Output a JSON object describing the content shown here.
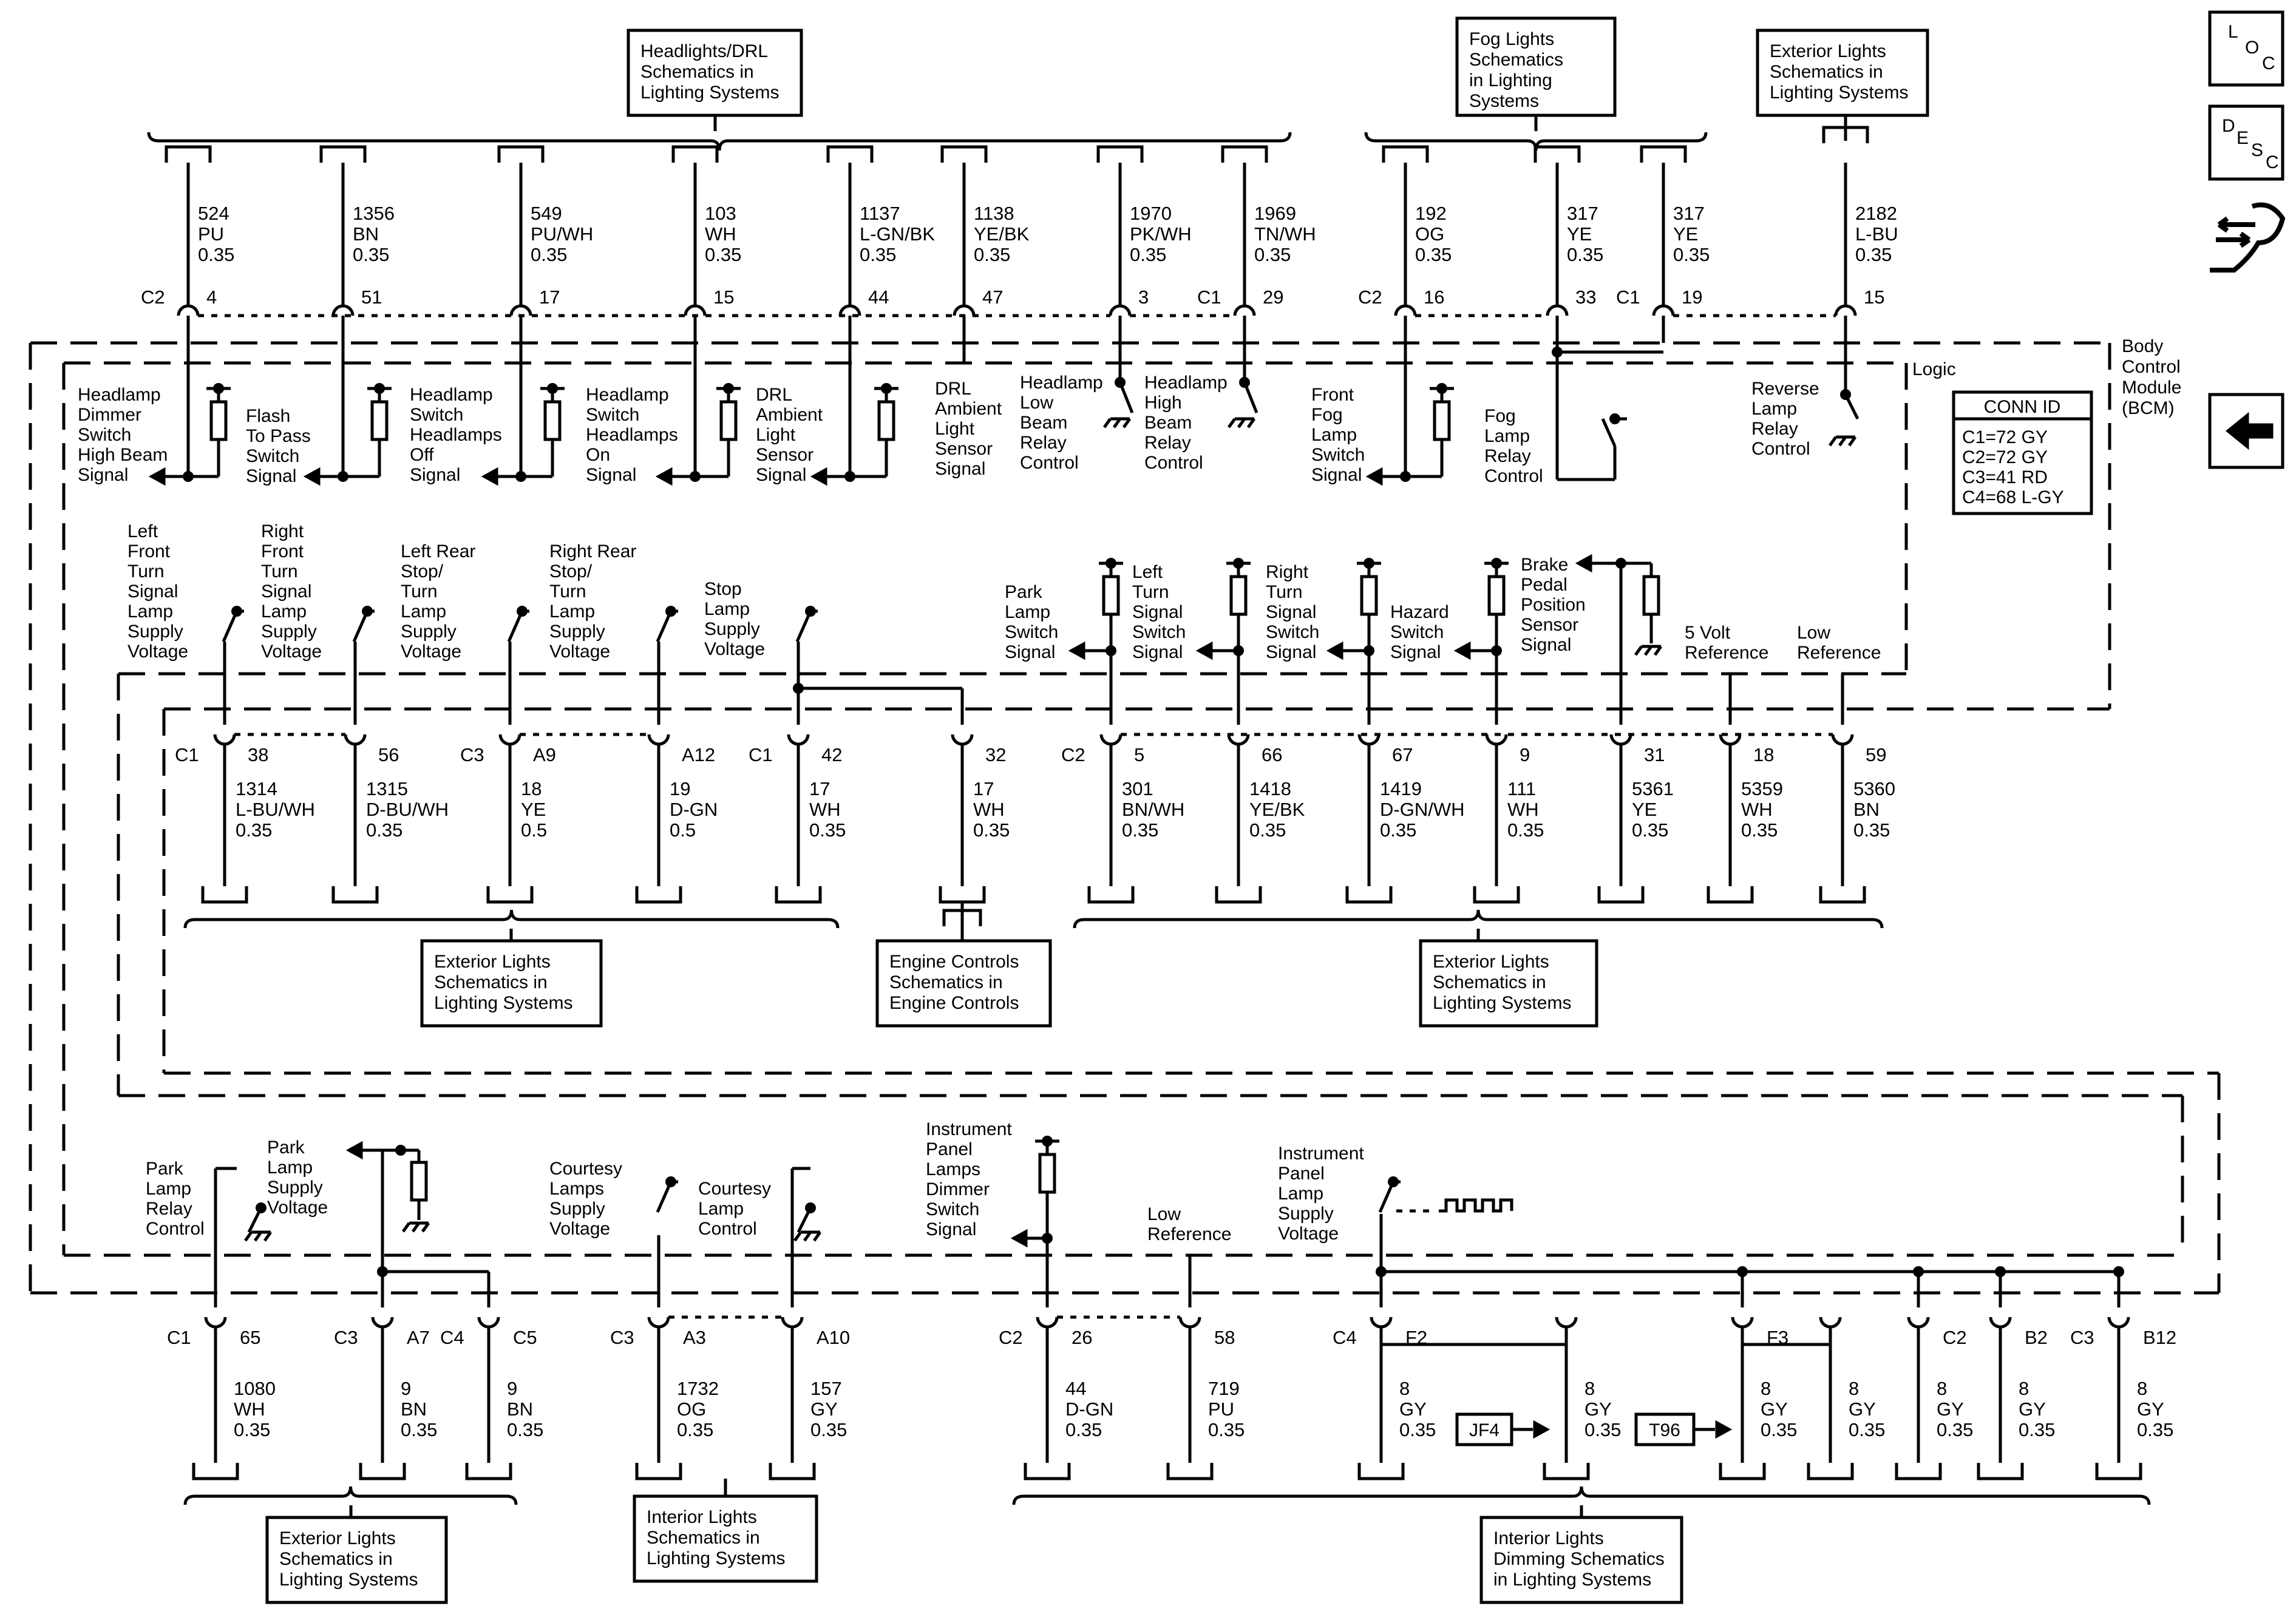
{
  "module": {
    "name": [
      "Body",
      "Control",
      "Module",
      "(BCM)"
    ],
    "logic": "Logic"
  },
  "conn_id": {
    "title": "CONN ID",
    "rows": [
      "C1=72 GY",
      "C2=72 GY",
      "C3=41 RD",
      "C4=68 L-GY"
    ]
  },
  "side_icons": {
    "loc": [
      "L",
      "O",
      "C"
    ],
    "desc": [
      "D",
      "E",
      "S",
      "C"
    ],
    "icons": [
      "connector-icon",
      "back-arrow-icon"
    ]
  },
  "ref_boxes": {
    "headlights_drl": [
      "Headlights/DRL",
      "Schematics in",
      "Lighting Systems"
    ],
    "fog_lights": [
      "Fog Lights",
      "Schematics",
      "in Lighting",
      "Systems"
    ],
    "exterior_top": [
      "Exterior Lights",
      "Schematics in",
      "Lighting Systems"
    ],
    "exterior_mid_left": [
      "Exterior Lights",
      "Schematics in",
      "Lighting Systems"
    ],
    "engine_controls": [
      "Engine Controls",
      "Schematics in",
      "Engine Controls"
    ],
    "exterior_mid_right": [
      "Exterior Lights",
      "Schematics in",
      "Lighting Systems"
    ],
    "exterior_bottom": [
      "Exterior Lights",
      "Schematics in",
      "Lighting Systems"
    ],
    "interior_bottom": [
      "Interior Lights",
      "Schematics in",
      "Lighting Systems"
    ],
    "dimming_bottom": [
      "Interior Lights",
      "Dimming Schematics",
      "in Lighting Systems"
    ]
  },
  "splice_tags": {
    "jf4": "JF4",
    "t96": "T96"
  },
  "top_circuits": [
    {
      "conn": "C2",
      "pin": "4",
      "circuit": "524",
      "color": "PU",
      "gauge": "0.35"
    },
    {
      "conn": "",
      "pin": "51",
      "circuit": "1356",
      "color": "BN",
      "gauge": "0.35"
    },
    {
      "conn": "",
      "pin": "17",
      "circuit": "549",
      "color": "PU/WH",
      "gauge": "0.35"
    },
    {
      "conn": "",
      "pin": "15",
      "circuit": "103",
      "color": "WH",
      "gauge": "0.35"
    },
    {
      "conn": "",
      "pin": "44",
      "circuit": "1137",
      "color": "L-GN/BK",
      "gauge": "0.35"
    },
    {
      "conn": "",
      "pin": "47",
      "circuit": "1138",
      "color": "YE/BK",
      "gauge": "0.35"
    },
    {
      "conn": "",
      "pin": "3",
      "circuit": "1970",
      "color": "PK/WH",
      "gauge": "0.35"
    },
    {
      "conn": "C1",
      "pin": "29",
      "circuit": "1969",
      "color": "TN/WH",
      "gauge": "0.35"
    },
    {
      "conn": "C2",
      "pin": "16",
      "circuit": "192",
      "color": "OG",
      "gauge": "0.35"
    },
    {
      "conn": "",
      "pin": "33",
      "circuit": "317",
      "color": "YE",
      "gauge": "0.35"
    },
    {
      "conn": "C1",
      "pin": "19",
      "circuit": "317",
      "color": "YE",
      "gauge": "0.35"
    },
    {
      "conn": "",
      "pin": "15",
      "circuit": "2182",
      "color": "L-BU",
      "gauge": "0.35"
    }
  ],
  "top_signals": [
    [
      "Headlamp",
      "Dimmer",
      "Switch",
      "High Beam",
      "Signal"
    ],
    [
      "Flash",
      "To Pass",
      "Switch",
      "Signal"
    ],
    [
      "Headlamp",
      "Switch",
      "Headlamps",
      "Off",
      "Signal"
    ],
    [
      "Headlamp",
      "Switch",
      "Headlamps",
      "On",
      "Signal"
    ],
    [
      "DRL",
      "Ambient",
      "Light",
      "Sensor",
      "Signal"
    ],
    [
      "DRL",
      "Ambient",
      "Light",
      "Sensor",
      "Signal"
    ],
    [
      "Headlamp",
      "Low",
      "Beam",
      "Relay",
      "Control"
    ],
    [
      "Headlamp",
      "High",
      "Beam",
      "Relay",
      "Control"
    ],
    [
      "Front",
      "Fog",
      "Lamp",
      "Switch",
      "Signal"
    ],
    [
      "Fog",
      "Lamp",
      "Relay",
      "Control"
    ],
    [
      "Reverse",
      "Lamp",
      "Relay",
      "Control"
    ]
  ],
  "mid_signals": [
    [
      "Left",
      "Front",
      "Turn",
      "Signal",
      "Lamp",
      "Supply",
      "Voltage"
    ],
    [
      "Right",
      "Front",
      "Turn",
      "Signal",
      "Lamp",
      "Supply",
      "Voltage"
    ],
    [
      "Left Rear",
      "Stop/",
      "Turn",
      "Lamp",
      "Supply",
      "Voltage"
    ],
    [
      "Right Rear",
      "Stop/",
      "Turn",
      "Lamp",
      "Supply",
      "Voltage"
    ],
    [
      "Stop",
      "Lamp",
      "Supply",
      "Voltage"
    ],
    [
      "Park",
      "Lamp",
      "Switch",
      "Signal"
    ],
    [
      "Left",
      "Turn",
      "Signal",
      "Switch",
      "Signal"
    ],
    [
      "Right",
      "Turn",
      "Signal",
      "Switch",
      "Signal"
    ],
    [
      "Hazard",
      "Switch",
      "Signal"
    ],
    [
      "Brake",
      "Pedal",
      "Position",
      "Sensor",
      "Signal"
    ],
    [
      "5 Volt",
      "Reference"
    ],
    [
      "Low",
      "Reference"
    ]
  ],
  "mid_circuits": [
    {
      "conn": "C1",
      "pin": "38",
      "circuit": "1314",
      "color": "L-BU/WH",
      "gauge": "0.35"
    },
    {
      "conn": "",
      "pin": "56",
      "circuit": "1315",
      "color": "D-BU/WH",
      "gauge": "0.35"
    },
    {
      "conn": "C3",
      "pin": "A9",
      "circuit": "18",
      "color": "YE",
      "gauge": "0.5"
    },
    {
      "conn": "",
      "pin": "A12",
      "circuit": "19",
      "color": "D-GN",
      "gauge": "0.5"
    },
    {
      "conn": "C1",
      "pin": "42",
      "circuit": "17",
      "color": "WH",
      "gauge": "0.35"
    },
    {
      "conn": "",
      "pin": "32",
      "circuit": "17",
      "color": "WH",
      "gauge": "0.35"
    },
    {
      "conn": "C2",
      "pin": "5",
      "circuit": "301",
      "color": "BN/WH",
      "gauge": "0.35"
    },
    {
      "conn": "",
      "pin": "66",
      "circuit": "1418",
      "color": "YE/BK",
      "gauge": "0.35"
    },
    {
      "conn": "",
      "pin": "67",
      "circuit": "1419",
      "color": "D-GN/WH",
      "gauge": "0.35"
    },
    {
      "conn": "",
      "pin": "9",
      "circuit": "111",
      "color": "WH",
      "gauge": "0.35"
    },
    {
      "conn": "",
      "pin": "31",
      "circuit": "5361",
      "color": "YE",
      "gauge": "0.35"
    },
    {
      "conn": "",
      "pin": "18",
      "circuit": "5359",
      "color": "WH",
      "gauge": "0.35"
    },
    {
      "conn": "",
      "pin": "59",
      "circuit": "5360",
      "color": "BN",
      "gauge": "0.35"
    }
  ],
  "bottom_signals": [
    [
      "Park",
      "Lamp",
      "Relay",
      "Control"
    ],
    [
      "Park",
      "Lamp",
      "Supply",
      "Voltage"
    ],
    [
      "Courtesy",
      "Lamps",
      "Supply",
      "Voltage"
    ],
    [
      "Courtesy",
      "Lamp",
      "Control"
    ],
    [
      "Instrument",
      "Panel",
      "Lamps",
      "Dimmer",
      "Switch",
      "Signal"
    ],
    [
      "Low",
      "Reference"
    ],
    [
      "Instrument",
      "Panel",
      "Lamp",
      "Supply",
      "Voltage"
    ]
  ],
  "bottom_circuits": [
    {
      "conn": "C1",
      "pin": "65",
      "circuit": "1080",
      "color": "WH",
      "gauge": "0.35"
    },
    {
      "conn": "C3",
      "pin": "A7",
      "circuit": "9",
      "color": "BN",
      "gauge": "0.35"
    },
    {
      "conn": "C4",
      "pin": "C5",
      "circuit": "9",
      "color": "BN",
      "gauge": "0.35"
    },
    {
      "conn": "C3",
      "pin": "A3",
      "circuit": "1732",
      "color": "OG",
      "gauge": "0.35"
    },
    {
      "conn": "",
      "pin": "A10",
      "circuit": "157",
      "color": "GY",
      "gauge": "0.35"
    },
    {
      "conn": "C2",
      "pin": "26",
      "circuit": "44",
      "color": "D-GN",
      "gauge": "0.35"
    },
    {
      "conn": "",
      "pin": "58",
      "circuit": "719",
      "color": "PU",
      "gauge": "0.35"
    },
    {
      "conn": "C4",
      "pin": "F2",
      "circuit": "8",
      "color": "GY",
      "gauge": "0.35"
    },
    {
      "conn": "",
      "pin": "",
      "circuit": "8",
      "color": "GY",
      "gauge": "0.35"
    },
    {
      "conn": "",
      "pin": "F3",
      "circuit": "8",
      "color": "GY",
      "gauge": "0.35"
    },
    {
      "conn": "",
      "pin": "",
      "circuit": "8",
      "color": "GY",
      "gauge": "0.35"
    },
    {
      "conn": "",
      "pin": "C2",
      "circuit": "8",
      "color": "GY",
      "gauge": "0.35"
    },
    {
      "conn": "",
      "pin": "B2",
      "circuit": "8",
      "color": "GY",
      "gauge": "0.35"
    },
    {
      "conn": "C3",
      "pin": "B12",
      "circuit": "8",
      "color": "GY",
      "gauge": "0.35"
    }
  ]
}
